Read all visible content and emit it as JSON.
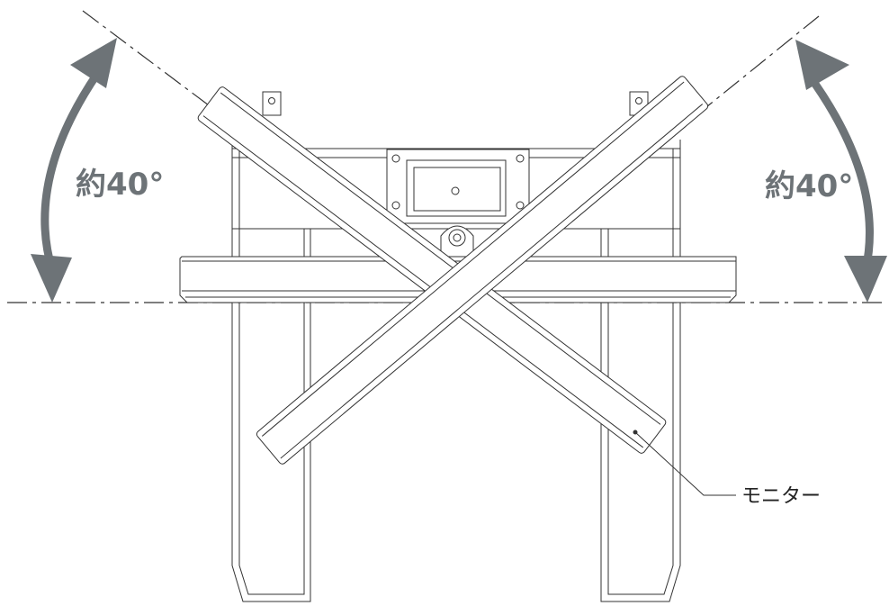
{
  "labels": {
    "angle_left": "約40°",
    "angle_right": "約40°",
    "monitor": "モニター"
  },
  "colors": {
    "line": "#333333",
    "arrow": "#6d7377",
    "label": "#6d7377",
    "text": "#222222"
  }
}
